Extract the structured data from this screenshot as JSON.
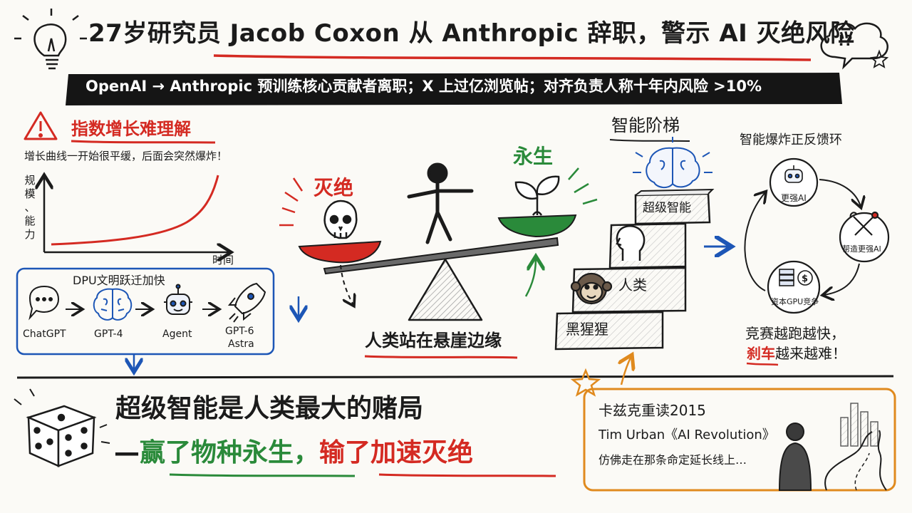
{
  "header": {
    "title": "27岁研究员 Jacob Coxon 从 Anthropic 辞职，警示 AI 灭绝风险",
    "subtitle": "OpenAI → Anthropic 预训练核心贡献者离职；X 上过亿浏览帖；对齐负责人称十年内风险 >10%",
    "badge": "!?"
  },
  "exponential": {
    "heading": "指数增长难理解",
    "caption": "增长曲线一开始很平缓，后面会突然爆炸！",
    "ylabel": [
      "规",
      "模",
      "、",
      "能",
      "力"
    ],
    "xlabel": "时间"
  },
  "dpu": {
    "heading": "DPU文明跃迁加快",
    "steps": [
      {
        "label": "ChatGPT",
        "icon": "chat-bubble-icon"
      },
      {
        "label": "GPT-4",
        "icon": "brain-icon"
      },
      {
        "label": "Agent",
        "icon": "robot-icon"
      },
      {
        "label": "GPT-6",
        "label2": "Astra",
        "icon": "rocket-icon"
      }
    ]
  },
  "seesaw": {
    "left_label": "灭绝",
    "right_label": "永生",
    "caption": "人类站在悬崖边缘"
  },
  "ladder": {
    "heading": "智能阶梯",
    "steps": [
      "超级智能",
      "人类",
      "黑猩猩"
    ]
  },
  "loop": {
    "heading": "智能爆炸正反馈环",
    "nodes": [
      "更强AI",
      "帮造更强AI",
      "资本GPU竞争"
    ],
    "caption_line1": "竞赛越跑越快，",
    "caption_brake": "刹车",
    "caption_rest": "越来越难！"
  },
  "bottom": {
    "line1": "超级智能是人类最大的赌局",
    "dash": "—",
    "win": "赢了物种永生，",
    "lose": "输了加速灭绝"
  },
  "reading": {
    "line1": "卡兹克重读2015",
    "line2": "Tim Urban《AI Revolution》",
    "line3": "仿佛走在那条命定延长线上…"
  },
  "colors": {
    "red": "#d42a22",
    "green": "#2a8a3a",
    "blue": "#1d56b6",
    "orange": "#e08a1e",
    "ink": "#1b1b1b"
  }
}
